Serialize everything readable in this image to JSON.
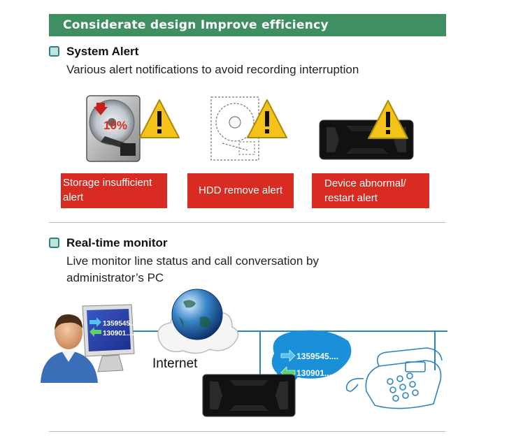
{
  "banner": {
    "title": "Considerate design Improve efficiency"
  },
  "system_alert": {
    "title": "System Alert",
    "description": "Various alert notifications to avoid recording interruption",
    "alerts": [
      {
        "label": "Storage insufficient alert",
        "icon": "hdd-storage-icon",
        "percent_text": "10%"
      },
      {
        "label": "HDD remove alert",
        "icon": "hdd-outline-icon"
      },
      {
        "label": "Device abnormal/ restart alert",
        "icon": "recorder-device-icon"
      }
    ],
    "warning_icon": "warning-triangle-icon",
    "alert_color": "#d82b22"
  },
  "realtime_monitor": {
    "title": "Real-time monitor",
    "description_line1": "Live monitor line status and call conversation by",
    "description_line2": "administrator’s PC",
    "internet_label": "Internet",
    "pc_numbers": [
      "1359545....",
      "130901...."
    ],
    "bubble_numbers": [
      "1359545....",
      "130901..."
    ],
    "line_color": "#2b83c4"
  },
  "colors": {
    "banner": "#3f8f63",
    "bullet_border": "#2c7f88",
    "bullet_fill": "#bfe4dc"
  }
}
